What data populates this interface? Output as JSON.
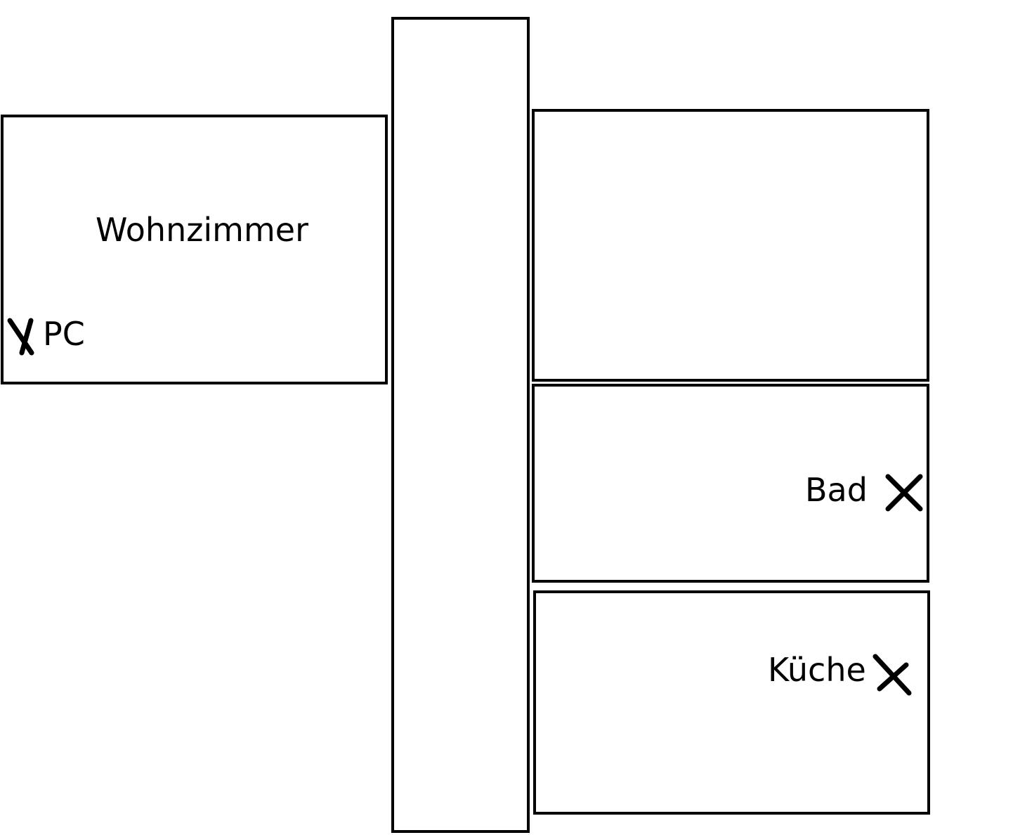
{
  "rooms": {
    "wohnzimmer": {
      "label": "Wohnzimmer"
    },
    "bad": {
      "label": "Bad"
    },
    "kueche": {
      "label": "Küche"
    }
  },
  "markers": {
    "pc": {
      "label": "PC"
    }
  },
  "colors": {
    "line": "#000000",
    "background": "#ffffff"
  },
  "icons": {
    "marker": "x-mark-icon"
  }
}
